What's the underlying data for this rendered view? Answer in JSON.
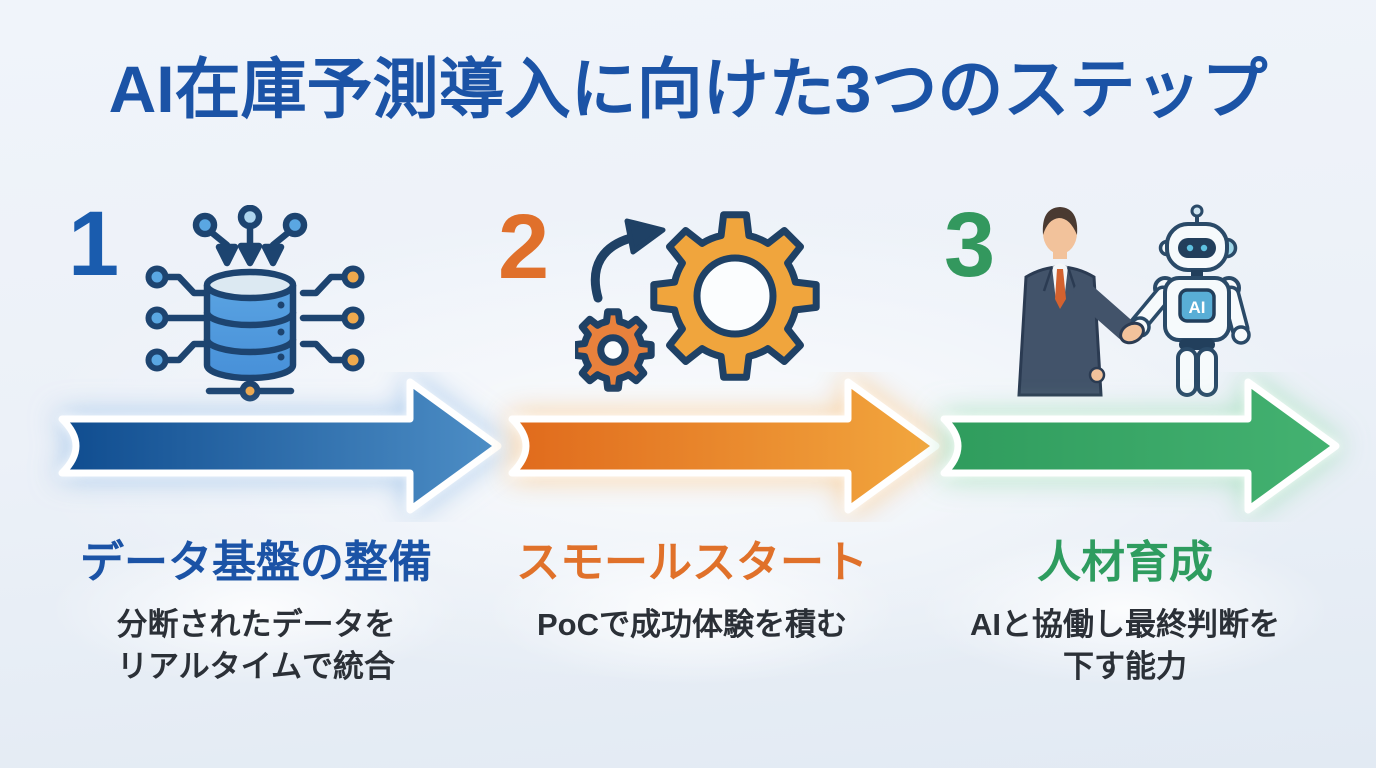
{
  "title": "AI在庫予測導入に向けた3つのステップ",
  "title_color": "#1b53a6",
  "background_color": "#ecf1f8",
  "robot_badge": "AI",
  "steps": [
    {
      "number": "1",
      "number_color": "#1a5cae",
      "heading": "データ基盤の整備",
      "heading_color": "#1b53a6",
      "description_line1": "分断されたデータを",
      "description_line2": "リアルタイムで統合",
      "icon": "database-integration-icon",
      "arrow_gradient_start": "#0f4c8f",
      "arrow_gradient_end": "#4d8ec6"
    },
    {
      "number": "2",
      "number_color": "#e0702b",
      "heading": "スモールスタート",
      "heading_color": "#e0712a",
      "description_line1": "PoCで成功体験を積む",
      "description_line2": "",
      "icon": "gears-icon",
      "arrow_gradient_start": "#e06a1c",
      "arrow_gradient_end": "#f2a73e"
    },
    {
      "number": "3",
      "number_color": "#33985e",
      "heading": "人材育成",
      "heading_color": "#2e9c5f",
      "description_line1": "AIと協働し最終判断を",
      "description_line2": "下す能力",
      "icon": "human-robot-handshake-icon",
      "arrow_gradient_start": "#2f9c5d",
      "arrow_gradient_end": "#44b271"
    }
  ]
}
